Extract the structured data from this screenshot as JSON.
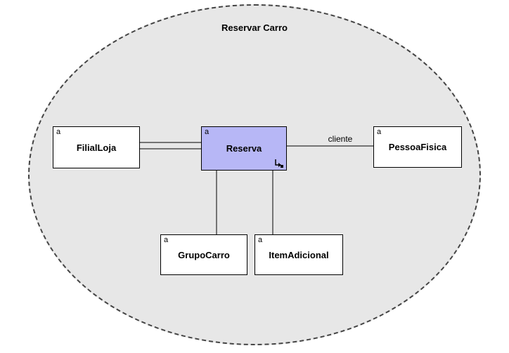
{
  "diagram": {
    "title": "Reservar Carro",
    "nodes": [
      {
        "id": "filialloja",
        "label": "FilialLoja",
        "icon": "a",
        "selected": false
      },
      {
        "id": "reserva",
        "label": "Reserva",
        "icon": "a",
        "selected": true
      },
      {
        "id": "pessoafisica",
        "label": "PessoaFisica",
        "icon": "a",
        "selected": false
      },
      {
        "id": "grupocarro",
        "label": "GrupoCarro",
        "icon": "a",
        "selected": false
      },
      {
        "id": "itemadicional",
        "label": "ItemAdicional",
        "icon": "a",
        "selected": false
      }
    ],
    "edges": [
      {
        "from": "FilialLoja",
        "to": "Reserva",
        "label": "",
        "style": "double"
      },
      {
        "from": "Reserva",
        "to": "PessoaFisica",
        "label": "cliente",
        "style": "single"
      },
      {
        "from": "Reserva",
        "to": "GrupoCarro",
        "label": "",
        "style": "single"
      },
      {
        "from": "Reserva",
        "to": "ItemAdicional",
        "label": "",
        "style": "single"
      }
    ],
    "colors": {
      "ellipse_fill": "#e7e7e7",
      "node_fill": "#ffffff",
      "selected_node_fill": "#b7b7f6",
      "line": "#000000"
    }
  }
}
